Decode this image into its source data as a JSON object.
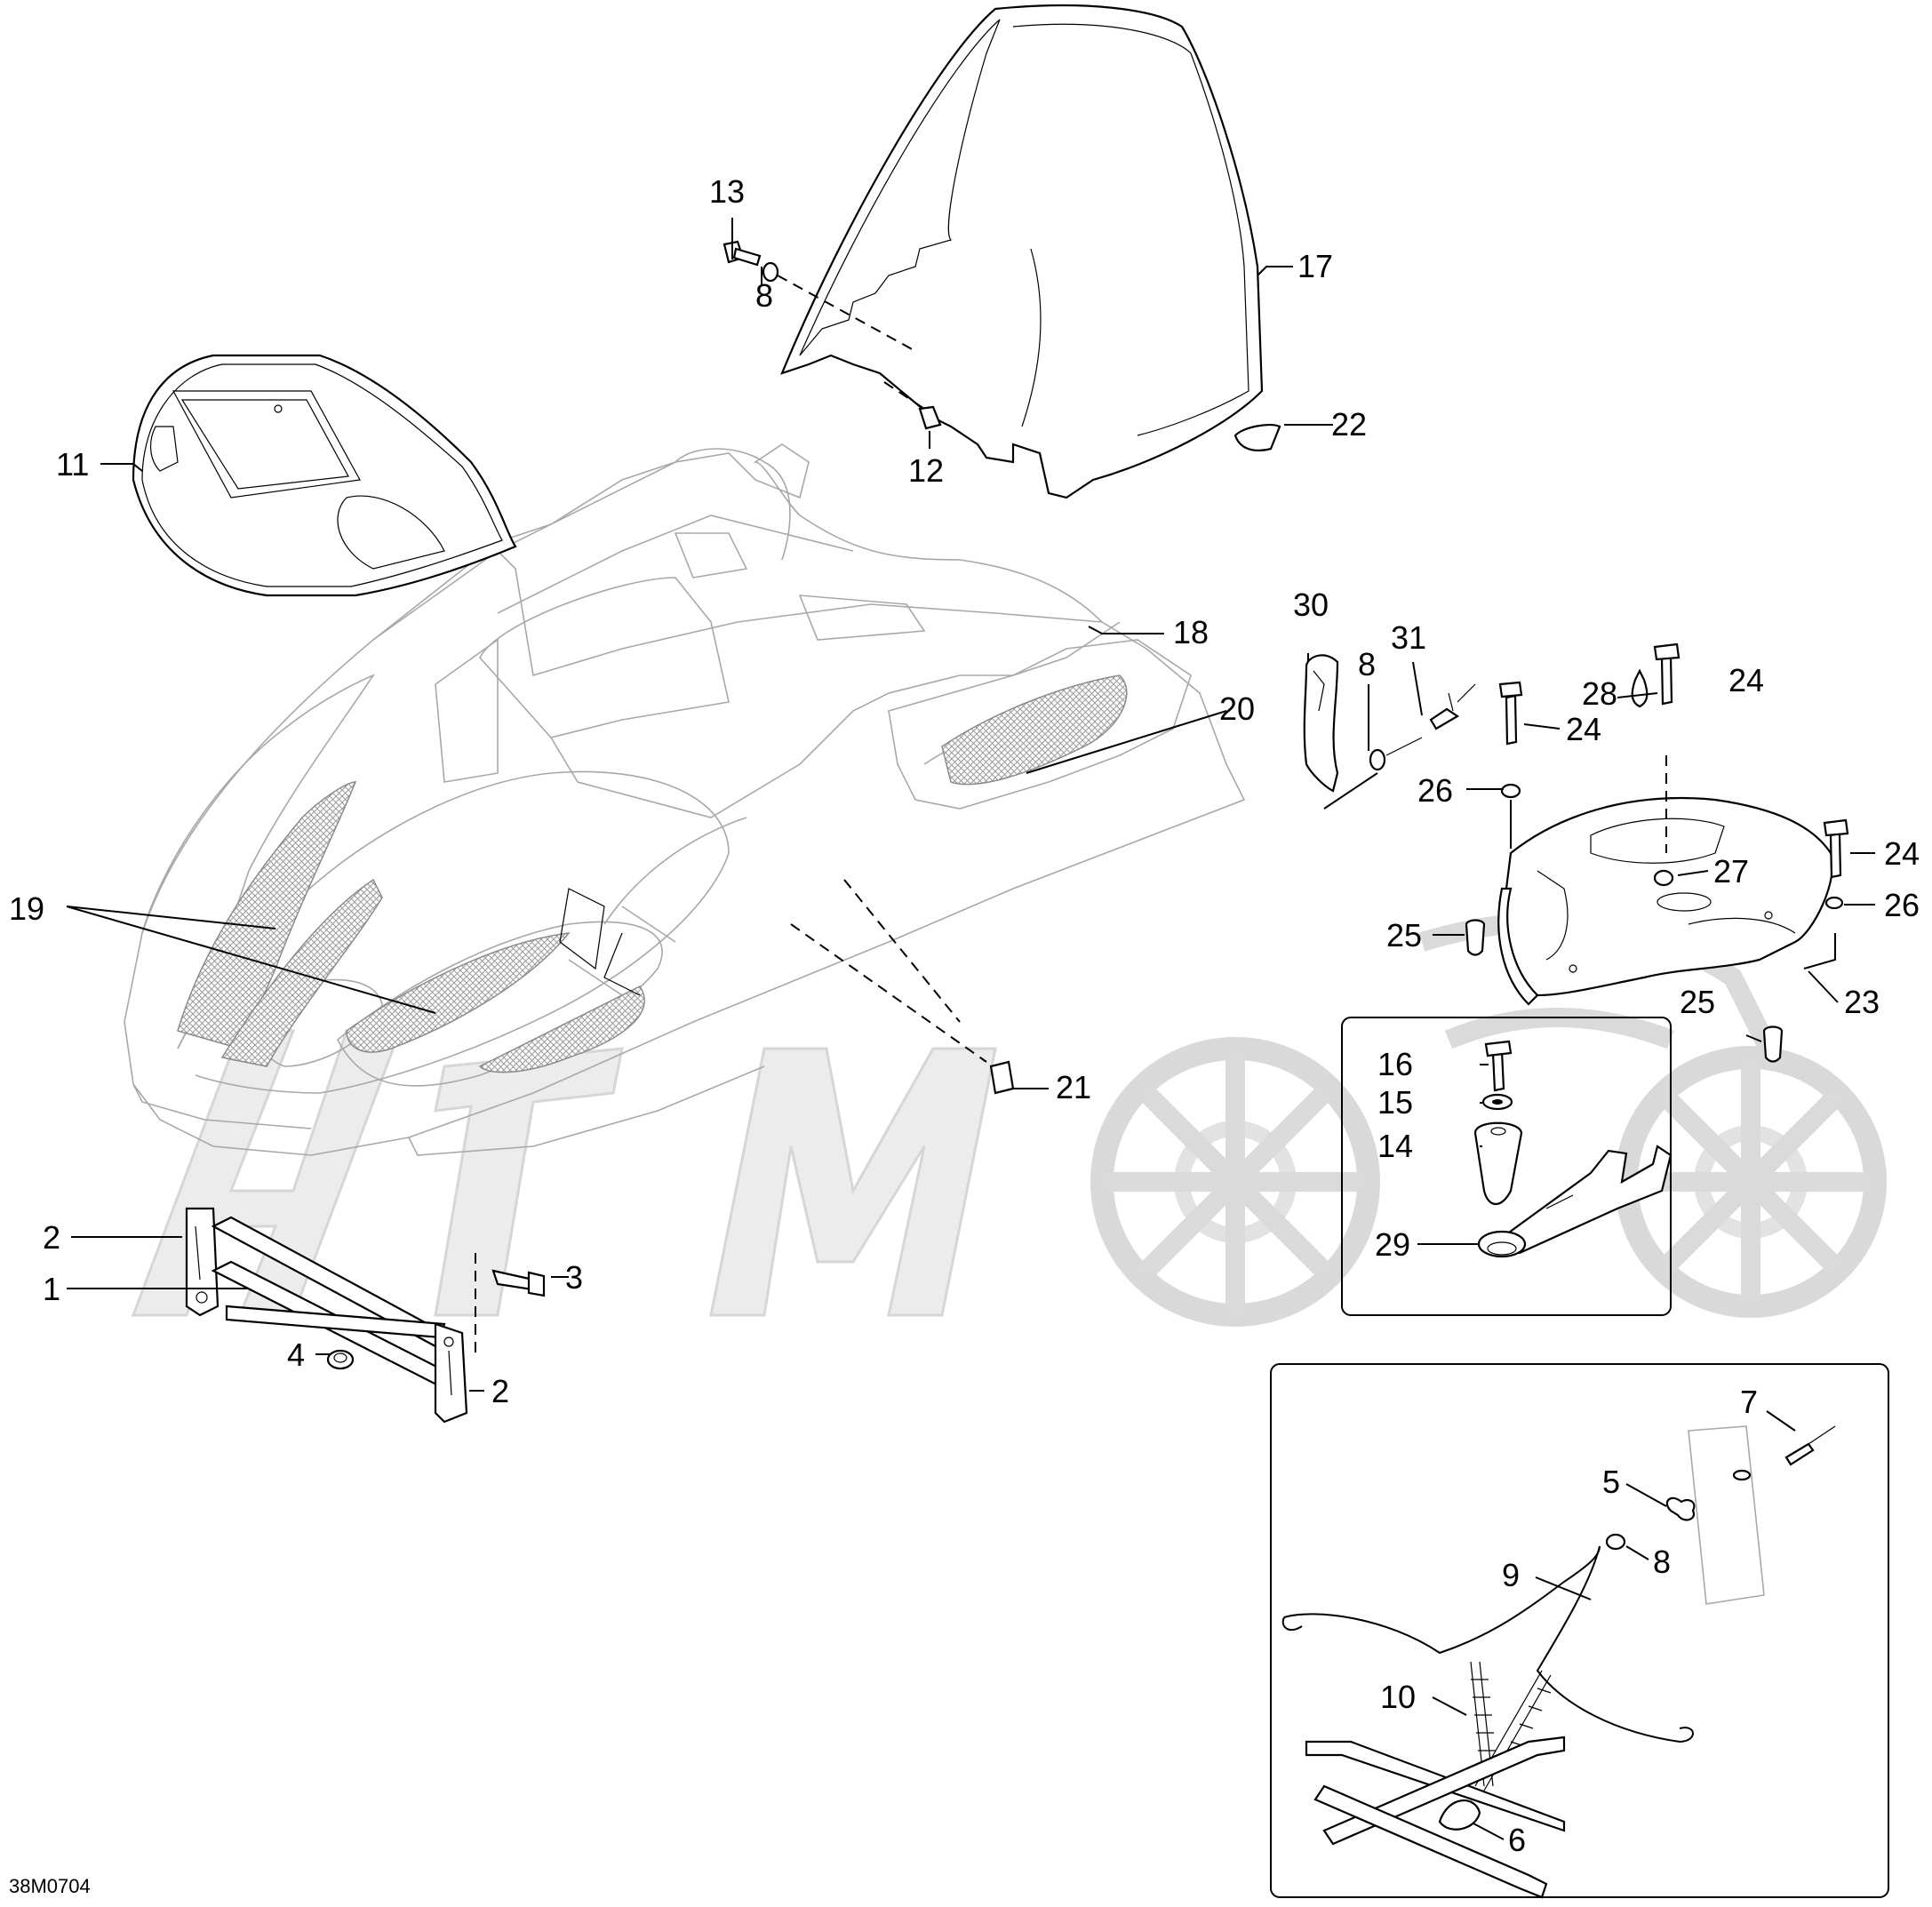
{
  "diagram": {
    "code": "38M0704",
    "callouts": [
      {
        "id": "c1",
        "label": "1"
      },
      {
        "id": "c2a",
        "label": "2"
      },
      {
        "id": "c2b",
        "label": "2"
      },
      {
        "id": "c3",
        "label": "3"
      },
      {
        "id": "c4",
        "label": "4"
      },
      {
        "id": "c5",
        "label": "5"
      },
      {
        "id": "c6",
        "label": "6"
      },
      {
        "id": "c7",
        "label": "7"
      },
      {
        "id": "c8a",
        "label": "8"
      },
      {
        "id": "c8b",
        "label": "8"
      },
      {
        "id": "c8c",
        "label": "8"
      },
      {
        "id": "c9",
        "label": "9"
      },
      {
        "id": "c10",
        "label": "10"
      },
      {
        "id": "c11",
        "label": "11"
      },
      {
        "id": "c12",
        "label": "12"
      },
      {
        "id": "c13",
        "label": "13"
      },
      {
        "id": "c14",
        "label": "14"
      },
      {
        "id": "c15",
        "label": "15"
      },
      {
        "id": "c16",
        "label": "16"
      },
      {
        "id": "c17",
        "label": "17"
      },
      {
        "id": "c18",
        "label": "18"
      },
      {
        "id": "c19",
        "label": "19"
      },
      {
        "id": "c20",
        "label": "20"
      },
      {
        "id": "c21",
        "label": "21"
      },
      {
        "id": "c22",
        "label": "22"
      },
      {
        "id": "c23",
        "label": "23"
      },
      {
        "id": "c24a",
        "label": "24"
      },
      {
        "id": "c24b",
        "label": "24"
      },
      {
        "id": "c24c",
        "label": "24"
      },
      {
        "id": "c25a",
        "label": "25"
      },
      {
        "id": "c25b",
        "label": "25"
      },
      {
        "id": "c26a",
        "label": "26"
      },
      {
        "id": "c26b",
        "label": "26"
      },
      {
        "id": "c27",
        "label": "27"
      },
      {
        "id": "c28",
        "label": "28"
      },
      {
        "id": "c29",
        "label": "29"
      },
      {
        "id": "c30",
        "label": "30"
      },
      {
        "id": "c31",
        "label": "31"
      }
    ]
  }
}
